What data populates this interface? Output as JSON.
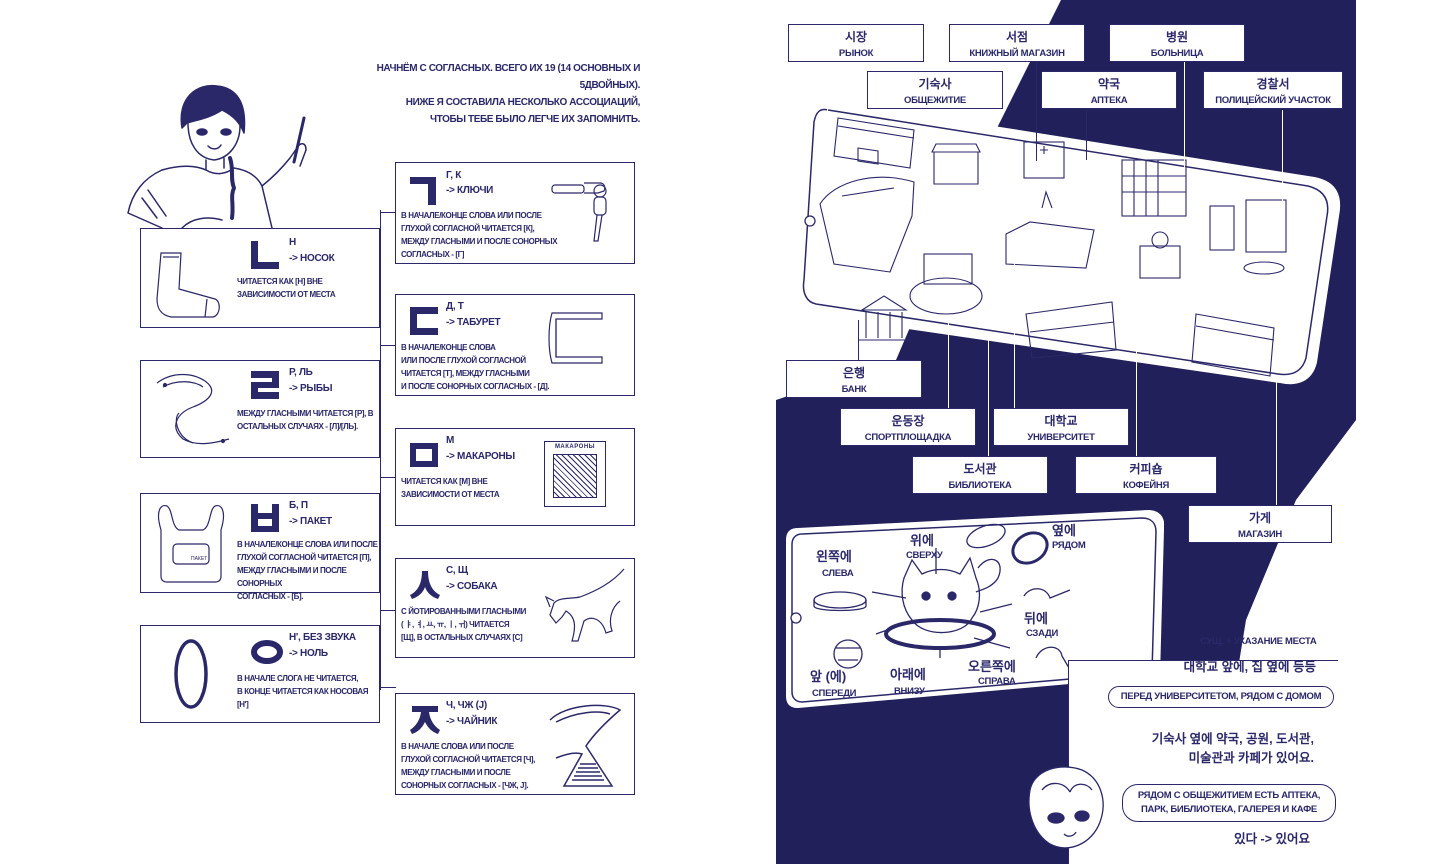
{
  "colors": {
    "ink": "#2a2868",
    "navy": "#22205a",
    "paper": "#ffffff"
  },
  "left_page": {
    "intro_lines": [
      "Начнём с согласных. Всего их 19 (14 основных и 5двойных).",
      "Ниже я составила несколько ассоциаций,",
      "чтобы тебе было легче их запомнить."
    ],
    "character_icon": "girl-with-pen",
    "consonants": [
      {
        "jamo": "ㄱ",
        "roman": "Г, К",
        "word": "-> Ключи",
        "picture": "keys-icon",
        "desc": [
          "В начале/конце слова или после",
          "глухой согласной читается [к],",
          "между гласными и после сонорных",
          "согласных - [г]"
        ]
      },
      {
        "jamo": "ㄴ",
        "roman": "Н",
        "word": "-> Носок",
        "picture": "sock-icon",
        "desc": [
          "Читается как [н] вне",
          "зависимости от места"
        ]
      },
      {
        "jamo": "ㄷ",
        "roman": "Д, Т",
        "word": "-> Табурет",
        "picture": "stool-icon",
        "desc": [
          "В начале/конце слова",
          "или после глухой согласной",
          "читается [т], между гласными",
          "и после сонорных согласных - [д]."
        ]
      },
      {
        "jamo": "ㄹ",
        "roman": "Р, Ль",
        "word": "-> Рыбы",
        "picture": "fish-icon",
        "desc": [
          "Между гласными читается [р], в",
          "остальных случаях - [л]/[ль]."
        ]
      },
      {
        "jamo": "ㅁ",
        "roman": "М",
        "word": "-> Макароны",
        "picture": "pasta-pack-icon",
        "picture_text": "МАКАРОНЫ",
        "desc": [
          "Читается как [м] вне",
          "зависимости от места"
        ]
      },
      {
        "jamo": "ㅂ",
        "roman": "Б, П",
        "word": "-> Пакет",
        "picture": "bag-icon",
        "picture_text": "ПАКЕТ",
        "desc": [
          "В начале/конце слова или после",
          "глухой согласной читается [п],",
          "между гласными и после сонорных",
          "согласных - [б]."
        ]
      },
      {
        "jamo": "ㅅ",
        "roman": "С, Щ",
        "word": "-> Собака",
        "picture": "dog-icon",
        "desc": [
          "С йотированными гласными",
          "( ㅑ, ㅕ, ㅛ, ㅠ, ㅣ, ㅟ) читается",
          "[щ], в остальных случаях [с]"
        ]
      },
      {
        "jamo": "ㅇ",
        "roman": "Н', без звука",
        "word": "-> Ноль",
        "picture": "zero-icon",
        "desc": [
          "В начале слога не читается,",
          "в конце читается как носовая [н']"
        ]
      },
      {
        "jamo": "ㅈ",
        "roman": "Ч, ЧЖ (J)",
        "word": "-> Чайник",
        "picture": "kettle-icon",
        "desc": [
          "В начале слова или после",
          "глухой согласной читается [ч],",
          "между гласными и после",
          "сонорных согласных - [чж, j]."
        ]
      }
    ]
  },
  "right_page": {
    "map_places": [
      {
        "ko": "시장",
        "ru": "Рынок",
        "icon": "market-icon"
      },
      {
        "ko": "서점",
        "ru": "Книжный магазин",
        "icon": "bookstore-icon"
      },
      {
        "ko": "병원",
        "ru": "Больница",
        "icon": "hospital-icon"
      },
      {
        "ko": "기숙사",
        "ru": "Общежитие",
        "icon": "dormitory-icon"
      },
      {
        "ko": "약국",
        "ru": "Аптека",
        "icon": "pharmacy-icon"
      },
      {
        "ko": "경찰서",
        "ru": "Полицейский участок",
        "icon": "police-station-icon"
      },
      {
        "ko": "은행",
        "ru": "Банк",
        "icon": "bank-icon"
      },
      {
        "ko": "운동장",
        "ru": "Спортплощадка",
        "icon": "stadium-icon"
      },
      {
        "ko": "대학교",
        "ru": "Университет",
        "icon": "university-icon"
      },
      {
        "ko": "도서관",
        "ru": "Библиотека",
        "icon": "library-icon"
      },
      {
        "ko": "커피숍",
        "ru": "Кофейня",
        "icon": "coffee-shop-icon"
      },
      {
        "ko": "가게",
        "ru": "Магазин",
        "icon": "store-icon"
      }
    ],
    "positions": [
      {
        "ko": "왼쪽에",
        "ru": "Слева"
      },
      {
        "ko": "위에",
        "ru": "Сверху"
      },
      {
        "ko": "옆에",
        "ru": "Рядом"
      },
      {
        "ko": "뒤에",
        "ru": "Сзади"
      },
      {
        "ko": "앞 (에)",
        "ru": "Спереди"
      },
      {
        "ko": "아래에",
        "ru": "Внизу"
      },
      {
        "ko": "오른쪽에",
        "ru": "Справа"
      }
    ],
    "grammar": {
      "title": "Сущ. + указание места",
      "example1_ko": "대학교 앞에, 집 옆에 등등",
      "example1_ru": "Перед университетом, рядом с домом",
      "example2_ko_line1": "기숙사 옆에 약국, 공원, 도서관,",
      "example2_ko_line2": "미술관과 카페가 있어요.",
      "example2_ru_line1": "Рядом с общежитием есть аптека,",
      "example2_ru_line2": "парк, библиотека, галерея и кафе",
      "note": "있다 -> 있어요"
    }
  }
}
